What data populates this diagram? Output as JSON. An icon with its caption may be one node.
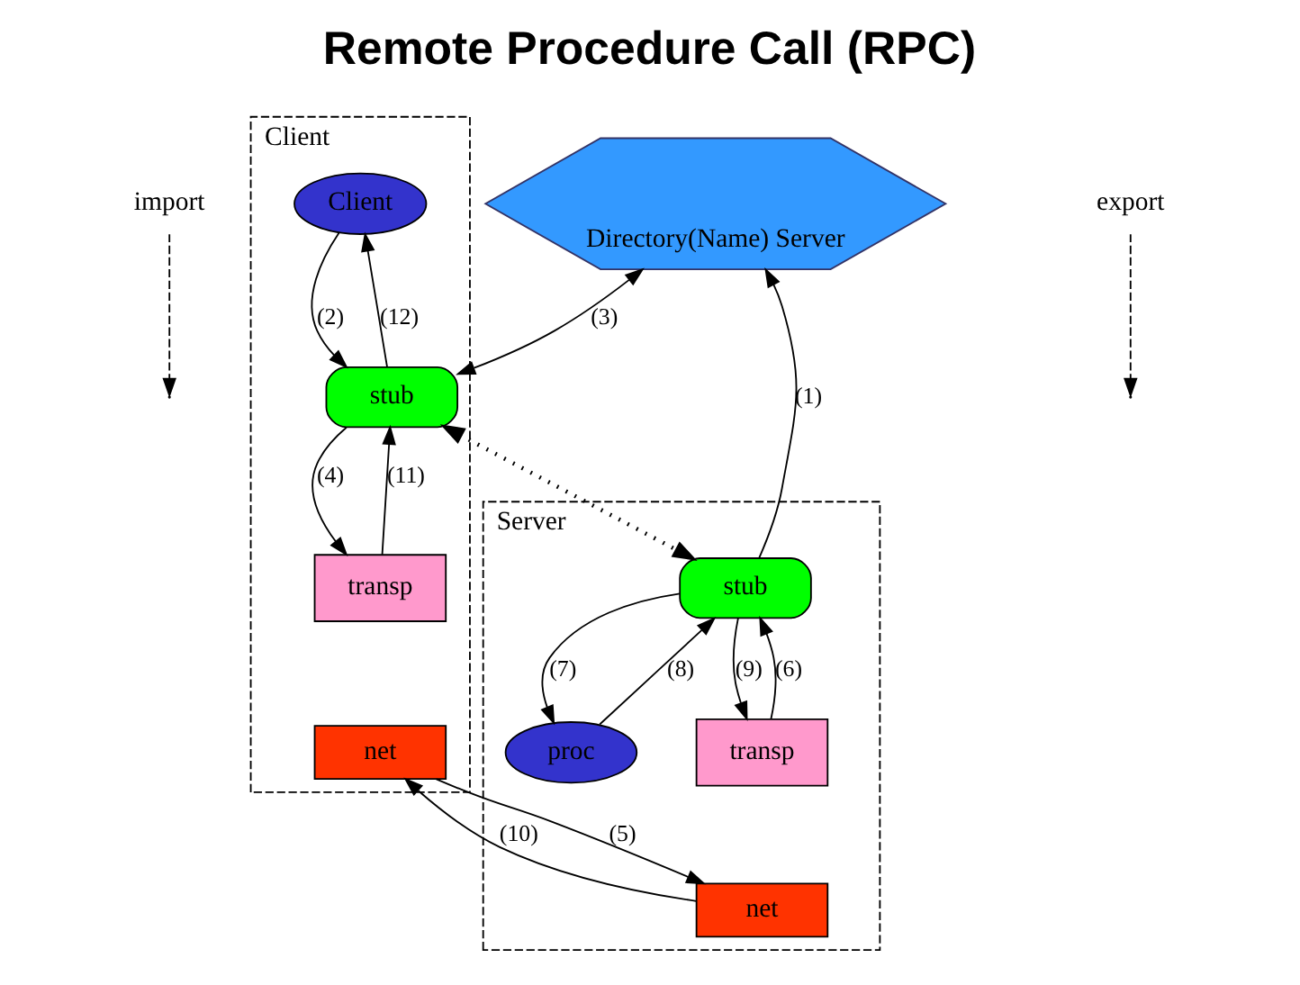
{
  "diagram": {
    "title": "Remote Procedure Call (RPC)",
    "nodes": [
      {
        "text": [
          "Directory(Name) Server"
        ]
      },
      {
        "text": [
          "import"
        ]
      },
      {
        "text": [
          "export"
        ]
      },
      {
        "text": [
          "Client"
        ]
      },
      {
        "text": [
          "Client"
        ],
        "in": 3
      },
      {
        "text": [
          "stub"
        ],
        "in": 3
      },
      {
        "text": [
          "transp"
        ],
        "in": 3
      },
      {
        "text": [
          "net"
        ],
        "in": 3
      },
      {
        "text": [
          "Server"
        ]
      },
      {
        "text": [
          "stub"
        ],
        "in": 8
      },
      {
        "text": [
          "proc"
        ],
        "in": 8
      },
      {
        "text": [
          "transp"
        ],
        "in": 8
      },
      {
        "text": [
          "net"
        ],
        "in": 8
      }
    ],
    "edges": [
      {
        "from": 1,
        "to": null,
        "arrow": "to",
        "style": "dashed"
      },
      {
        "from": 2,
        "to": null,
        "arrow": "to",
        "style": "dashed"
      },
      {
        "from": 9,
        "to": 0,
        "arrow": "to",
        "label": "(1)"
      },
      {
        "from": 5,
        "to": 0,
        "arrow": "both",
        "label": "(3)"
      },
      {
        "from": 4,
        "to": 5,
        "arrow": "to",
        "label": "(2)"
      },
      {
        "from": 5,
        "to": 4,
        "arrow": "to",
        "label": "(12)"
      },
      {
        "from": 5,
        "to": 9,
        "arrow": "both",
        "style": "dashed"
      },
      {
        "from": 5,
        "to": 6,
        "arrow": "to",
        "label": "(4)"
      },
      {
        "from": 6,
        "to": 5,
        "arrow": "to",
        "label": "(11)"
      },
      {
        "from": 9,
        "to": 10,
        "arrow": "to",
        "label": "(7)"
      },
      {
        "from": 10,
        "to": 9,
        "arrow": "to",
        "label": "(8)"
      },
      {
        "from": 11,
        "to": 9,
        "arrow": "to",
        "label": "(6)"
      },
      {
        "from": 9,
        "to": 11,
        "arrow": "to",
        "label": "(9)"
      },
      {
        "from": 7,
        "to": 12,
        "arrow": "to",
        "label": "(5)"
      },
      {
        "from": 12,
        "to": 7,
        "arrow": "to",
        "label": "(10)"
      }
    ]
  }
}
